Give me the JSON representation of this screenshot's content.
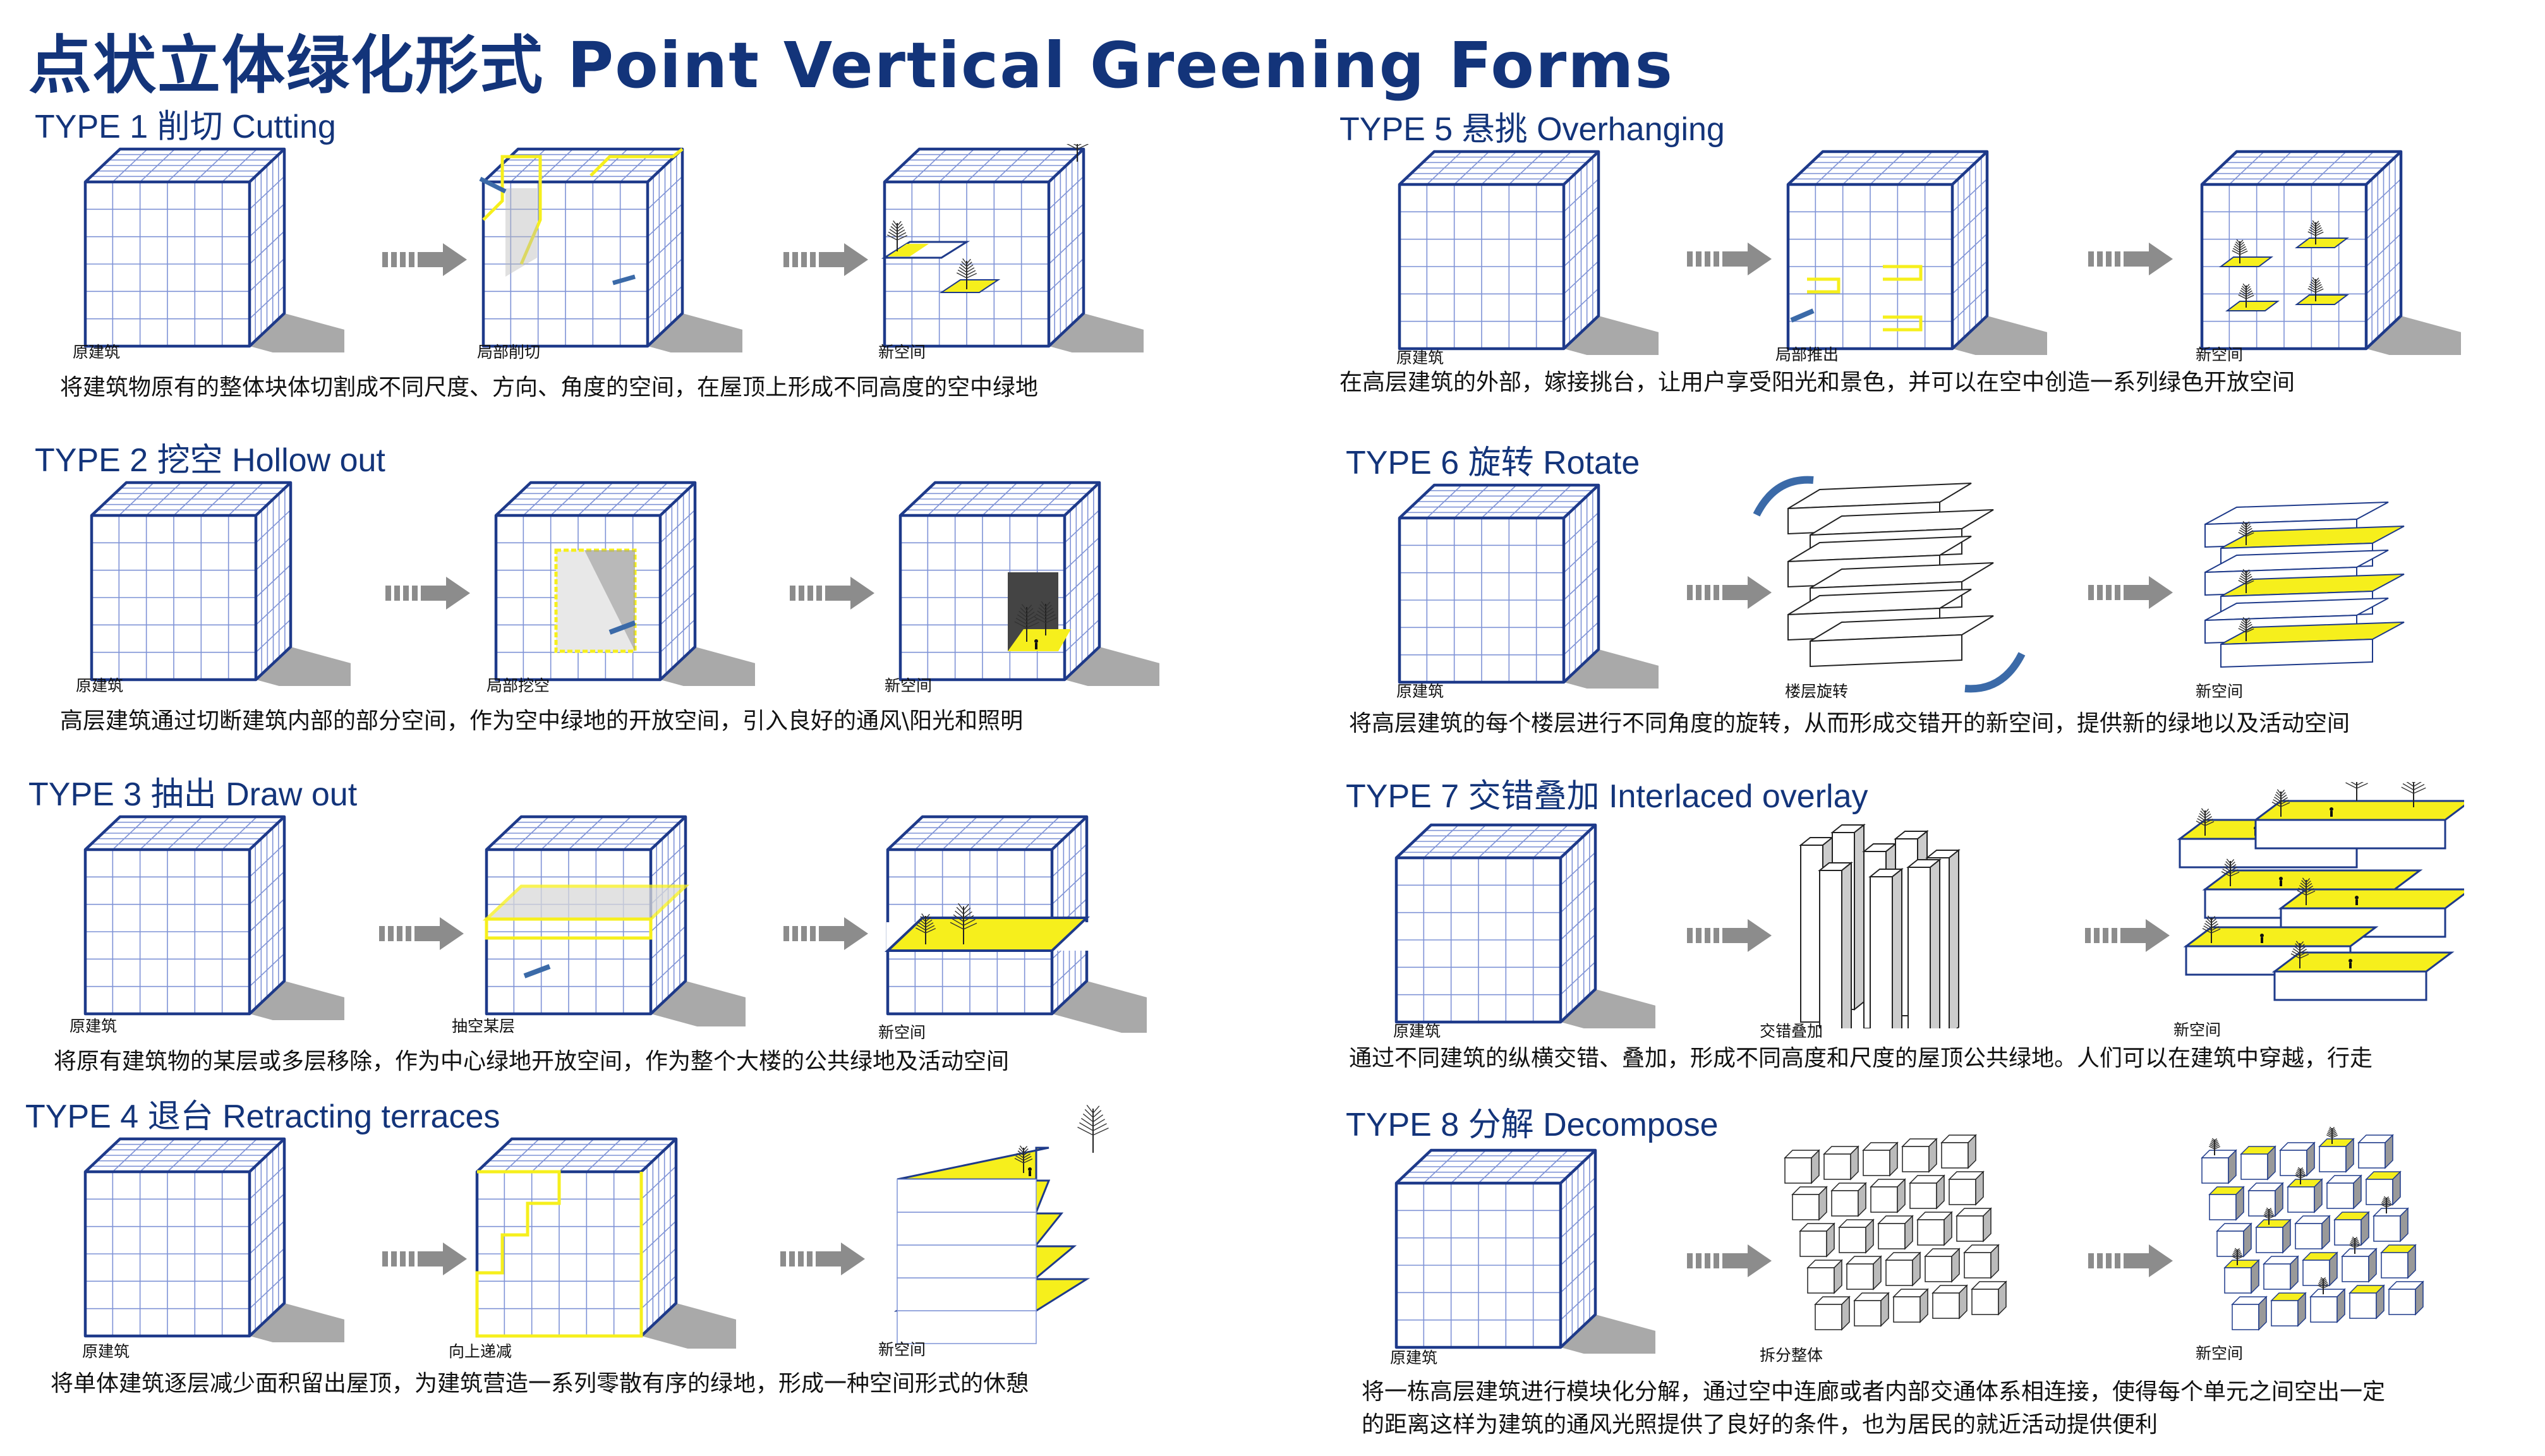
{
  "title": "点状立体绿化形式   Point Vertical Greening Forms",
  "colors": {
    "title_blue": "#13347a",
    "cube_blue": "#1e3a8a",
    "grid_blue": "#7f93d6",
    "highlight_yellow": "#f6ef1c",
    "shadow_gray": "#9a9a9a",
    "arrow_gray": "#8c8c8c"
  },
  "panels": [
    {
      "title": "TYPE 1  削切    Cutting",
      "labels": [
        "原建筑",
        "局部削切",
        "新空间"
      ],
      "desc": "将建筑物原有的整体块体切割成不同尺度、方向、角度的空间，在屋顶上形成不同高度的空中绿地"
    },
    {
      "title": "TYPE 2  挖空    Hollow out",
      "labels": [
        "原建筑",
        "局部挖空",
        "新空间"
      ],
      "desc": "高层建筑通过切断建筑内部的部分空间，作为空中绿地的开放空间，引入良好的通风\\阳光和照明"
    },
    {
      "title": "TYPE 3  抽出    Draw out",
      "labels": [
        "原建筑",
        "抽空某层",
        "新空间"
      ],
      "desc": "将原有建筑物的某层或多层移除，作为中心绿地开放空间，作为整个大楼的公共绿地及活动空间"
    },
    {
      "title": "TYPE 4  退台    Retracting terraces",
      "labels": [
        "原建筑",
        "向上递减",
        "新空间"
      ],
      "desc": "将单体建筑逐层减少面积留出屋顶，为建筑营造一系列零散有序的绿地，形成一种空间形式的休憩"
    },
    {
      "title": "TYPE 5  悬挑    Overhanging",
      "labels": [
        "原建筑",
        "局部推出",
        "新空间"
      ],
      "desc": "在高层建筑的外部，嫁接挑台，让用户享受阳光和景色，并可以在空中创造一系列绿色开放空间"
    },
    {
      "title": "TYPE 6  旋转    Rotate",
      "labels": [
        "原建筑",
        "楼层旋转",
        "新空间"
      ],
      "desc": "将高层建筑的每个楼层进行不同角度的旋转，从而形成交错开的新空间，提供新的绿地以及活动空间"
    },
    {
      "title": "TYPE 7  交错叠加    Interlaced overlay",
      "labels": [
        "原建筑",
        "交错叠加",
        "新空间"
      ],
      "desc": "通过不同建筑的纵横交错、叠加，形成不同高度和尺度的屋顶公共绿地。人们可以在建筑中穿越，行走"
    },
    {
      "title": "TYPE 8  分解    Decompose",
      "labels": [
        "原建筑",
        "拆分整体",
        "新空间"
      ],
      "desc": "将一栋高层建筑进行模块化分解，通过空中连廊或者内部交通体系相连接，使得每个单元之间空出一定",
      "desc2": "的距离这样为建筑的通风光照提供了良好的条件，也为居民的就近活动提供便利"
    }
  ]
}
